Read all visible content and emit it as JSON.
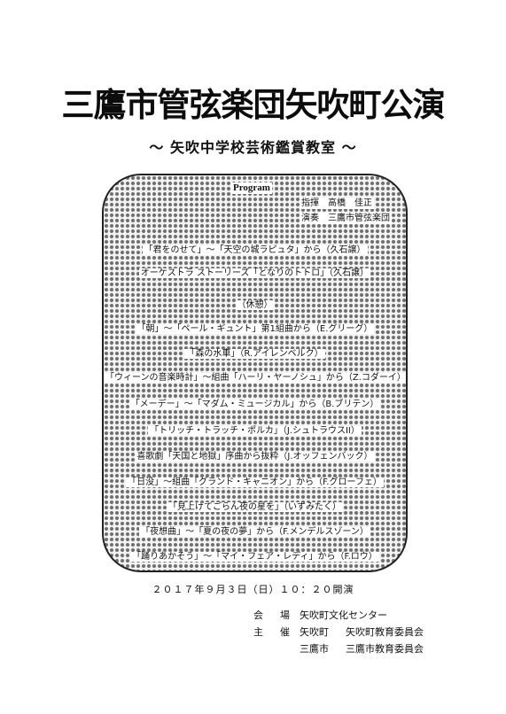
{
  "title": "三鷹市管弦楽団矢吹町公演",
  "subtitle": "～ 矢吹中学校芸術鑑賞教室 ～",
  "program": {
    "label": "Program",
    "credits": [
      "指揮　高橋　佳正",
      "演奏　三鷹市管弦楽団"
    ],
    "items": [
      "「君をのせて」～「天空の城ラピュタ」から（久石譲）",
      "オーケストラ ストーリーズ「となりのトトロ」（久石譲）",
      "（休憩）",
      "「朝」～「ペール・ギュント」第1組曲から（E.グリーグ）",
      "「森の水車」（R.アイレンベルク）",
      "「ウィーンの音楽時計」～組曲「ハーリ・ヤーノシュ」から（Z.コダーイ）",
      "「メーデー」～「マダム・ミュージカル」から（B.ブリテン）",
      "「トリッチ・トラッチ・ポルカ」（J.シュトラウスII）",
      "喜歌劇「天国と地獄」序曲から抜粋（J.オッフェンバック）",
      "「日没」～組曲「グランド・キャニオン」から（F.グローフェ）",
      "「見上げてごらん夜の星を」（いずみたく）",
      "「夜想曲」～「夏の夜の夢」から（F.メンデルスゾーン）",
      "「踊りあかそう」～「マイ・フェア・レディ」から（F.ロウ）"
    ]
  },
  "datetime": "２０１７年９月３日（日）１０：２０開演",
  "info": [
    {
      "label": "会　場",
      "v1": "矢吹町文化センター",
      "v2": ""
    },
    {
      "label": "主　催",
      "v1": "矢吹町",
      "v2": "矢吹町教育委員会"
    },
    {
      "label": "",
      "v1": "三鷹市",
      "v2": "三鷹市教育委員会"
    }
  ]
}
